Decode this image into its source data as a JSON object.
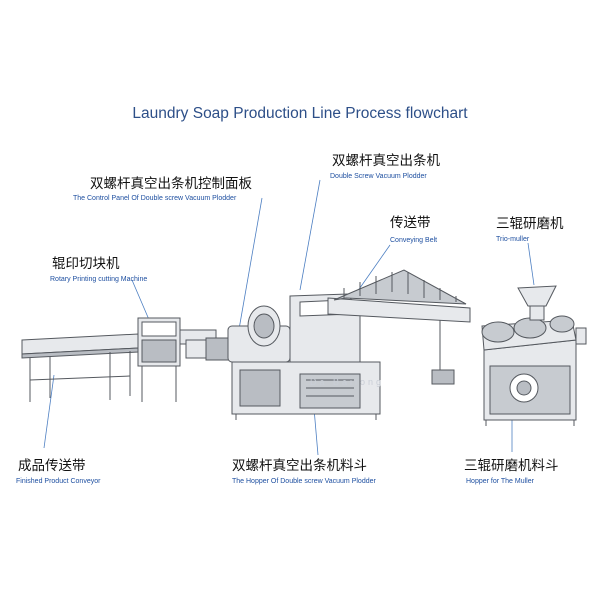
{
  "title": "Laundry Soap Production Line Process flowchart",
  "watermark": "Da Bailong",
  "labels": [
    {
      "id": "vacuum-plodder",
      "cn": "双螺杆真空出条机",
      "en": "Double Screw Vacuum Plodder"
    },
    {
      "id": "control-panel",
      "cn": "双螺杆真空出条机控制面板",
      "en": "The Control Panel Of Double screw Vacuum Plodder"
    },
    {
      "id": "conveying-belt",
      "cn": "传送带",
      "en": "Conveying Belt"
    },
    {
      "id": "triple-roller-mill",
      "cn": "三辊研磨机",
      "en": "Trio-muller"
    },
    {
      "id": "rotary-cutting",
      "cn": "辊印切块机",
      "en": "Rotary Printing cutting Machine"
    },
    {
      "id": "finished-conveyor",
      "cn": "成品传送带",
      "en": "Finished Product Conveyor"
    },
    {
      "id": "plodder-hopper",
      "cn": "双螺杆真空出条机料斗",
      "en": "The Hopper Of Double screw Vacuum Plodder"
    },
    {
      "id": "mill-hopper",
      "cn": "三辊研磨机料斗",
      "en": "Hopper for The Muller"
    }
  ],
  "colors": {
    "title": "#2d4f88",
    "english_label": "#1e4fa0",
    "leader_line": "#4d7fc2",
    "machine_stroke": "#55595f",
    "machine_fill": "#e7e9ec",
    "machine_dark": "#b9bdc3"
  }
}
